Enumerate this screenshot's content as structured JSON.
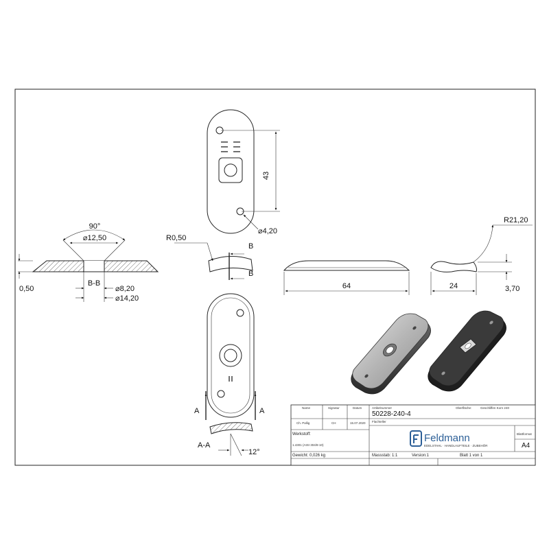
{
  "drawing": {
    "dimensions": {
      "hole_spacing": "43",
      "small_hole_dia": "⌀4,20",
      "edge_radius": "R0,50",
      "bend_radius": "R21,20",
      "angle_90": "90°",
      "bore_dia": "⌀12,50",
      "thickness": "0,50",
      "counterbore_dia": "⌀8,20",
      "outer_dia": "⌀14,20",
      "length": "64",
      "width": "24",
      "height": "3,70",
      "angle_12": "12°"
    },
    "section_labels": {
      "b_top": "B",
      "b_bottom": "B",
      "b_section": "B-B",
      "a_left": "A",
      "a_right": "A",
      "a_section": "A-A"
    }
  },
  "title_block": {
    "headers": {
      "name": "Name",
      "signature": "Signatur",
      "date": "Datum",
      "article_number": "Artikelnummer",
      "surface": "Oberfläche:",
      "surface_value": "Geschliffen Korn 240",
      "description_label": "Flachteller",
      "format_label": "Blattformat",
      "material_label": "Werkstoff:",
      "weight": "Gewicht: 0,026 kg",
      "scale": "Massstab: 1:1",
      "version": "Version:1",
      "sheet": "Blatt 1 von 1"
    },
    "values": {
      "name": "Ch. Pallig",
      "signature": "CH",
      "date": "15.07.2020",
      "article_number": "50228-240-4",
      "material": "1.4301 (AISI 304/8-10)",
      "format": "A4"
    },
    "logo": {
      "brand": "Feldmann",
      "tagline": "EDELSTAHL · HANDLAUFTEILE · ZUBEHÖR"
    }
  },
  "colors": {
    "line": "#222222",
    "logo_blue": "#2c5f97",
    "metal_light": "#c4c4c4",
    "metal_dark": "#3a3a3a"
  }
}
